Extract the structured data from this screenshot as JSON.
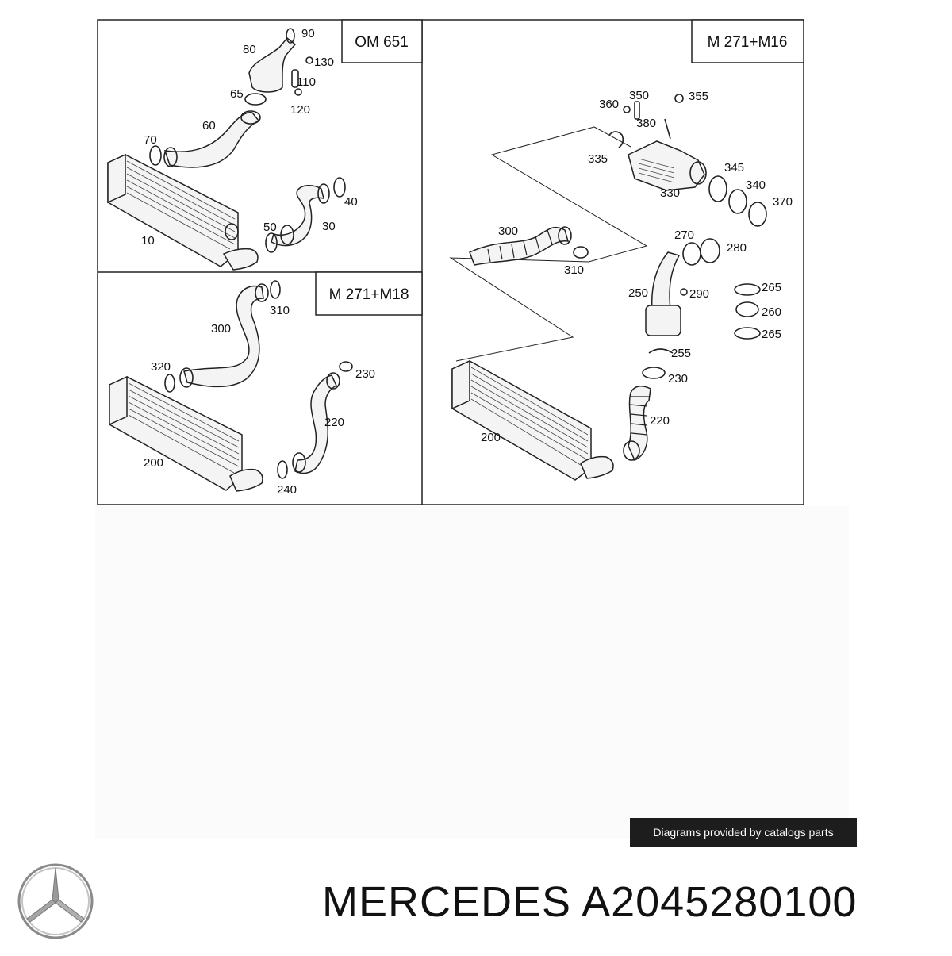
{
  "panels": {
    "om651": {
      "title": "OM 651",
      "labels": [
        "90",
        "80",
        "130",
        "110",
        "65",
        "120",
        "60",
        "70",
        "40",
        "50",
        "30",
        "10"
      ]
    },
    "m271_m18": {
      "title": "M 271+M18",
      "labels": [
        "310",
        "300",
        "320",
        "230",
        "220",
        "200",
        "240"
      ]
    },
    "m271_m16": {
      "title": "M 271+M16",
      "labels": [
        "360",
        "350",
        "355",
        "380",
        "335",
        "345",
        "330",
        "340",
        "370",
        "300",
        "270",
        "280",
        "310",
        "265",
        "250",
        "290",
        "260",
        "265",
        "255",
        "230",
        "220",
        "200"
      ]
    }
  },
  "credit": "Diagrams provided by catalogs parts",
  "brand": "MERCEDES",
  "part_number": "A2045280100",
  "logo_icon": "mercedes-star-icon"
}
